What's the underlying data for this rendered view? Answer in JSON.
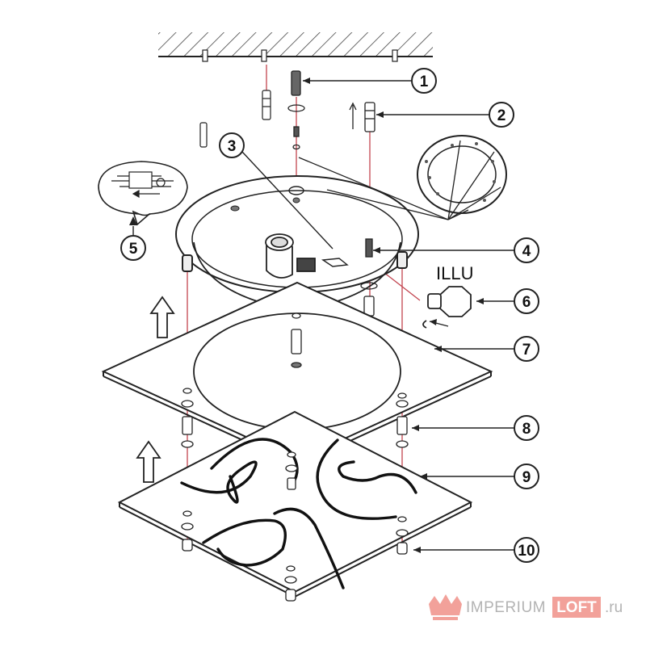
{
  "diagram": {
    "callouts": [
      "1",
      "2",
      "3",
      "4",
      "5",
      "6",
      "7",
      "8",
      "9",
      "10"
    ],
    "bulb_label": "ILLU"
  },
  "watermark": {
    "brand_part1": "IMPERIUM",
    "brand_part2": "LOFT",
    "domain_suffix": ".ru",
    "accent_color": "#f2a19a"
  },
  "colors": {
    "line": "#222222",
    "red_guide": "#c2444f"
  }
}
